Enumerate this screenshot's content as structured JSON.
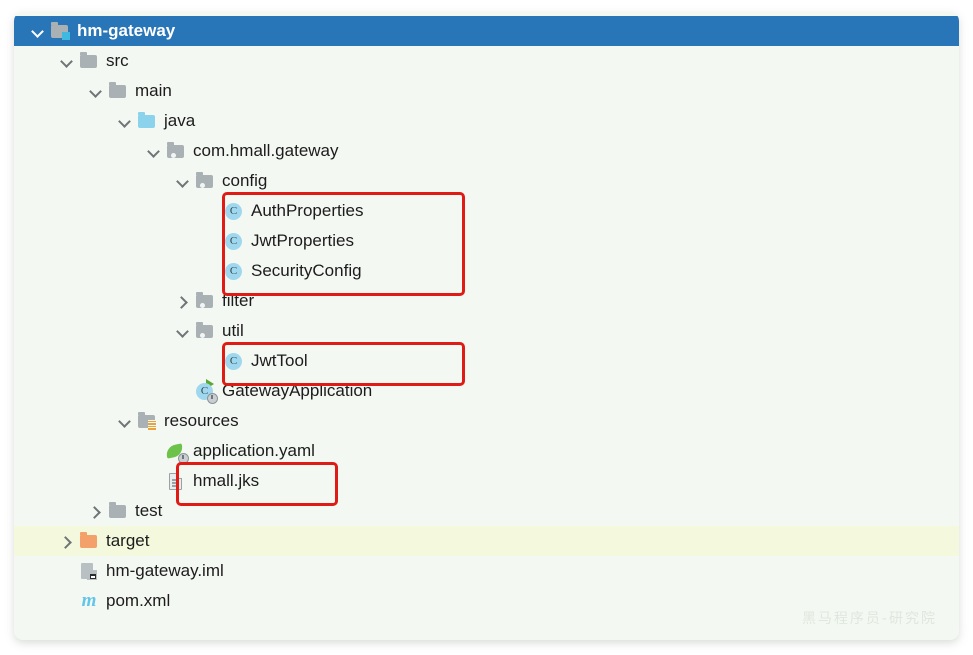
{
  "window": {
    "title": "hm-gateway",
    "watermark": "黑马程序员-研究院"
  },
  "colors": {
    "selection_blue": "#2875b8",
    "panel_background": "#f4f8f3",
    "row_tint": "#f4f8dd",
    "highlight_red": "#e01b16",
    "class_icon": "#9fd8ee",
    "sources_folder": "#8bd3ec",
    "excluded_folder": "#f3a06a",
    "folder_gray": "#a9b1b5",
    "maven_blue": "#63c5e8",
    "spring_green": "#6cc24a"
  },
  "tree": {
    "name": "project-tree",
    "rows": [
      {
        "label": "hm-gateway",
        "indent": 0,
        "toggle": "expanded",
        "icon": "module-folder-icon",
        "state": "selected"
      },
      {
        "label": "src",
        "indent": 1,
        "toggle": "expanded",
        "icon": "folder-icon",
        "state": "normal"
      },
      {
        "label": "main",
        "indent": 2,
        "toggle": "expanded",
        "icon": "folder-icon",
        "state": "normal"
      },
      {
        "label": "java",
        "indent": 3,
        "toggle": "expanded",
        "icon": "sources-folder-icon",
        "state": "normal"
      },
      {
        "label": "com.hmall.gateway",
        "indent": 4,
        "toggle": "expanded",
        "icon": "package-icon",
        "state": "normal"
      },
      {
        "label": "config",
        "indent": 5,
        "toggle": "expanded",
        "icon": "package-icon",
        "state": "normal"
      },
      {
        "label": "AuthProperties",
        "indent": 6,
        "toggle": "none",
        "icon": "java-class-icon",
        "state": "normal"
      },
      {
        "label": "JwtProperties",
        "indent": 6,
        "toggle": "none",
        "icon": "java-class-icon",
        "state": "normal"
      },
      {
        "label": "SecurityConfig",
        "indent": 6,
        "toggle": "none",
        "icon": "java-class-icon",
        "state": "normal"
      },
      {
        "label": "filter",
        "indent": 5,
        "toggle": "collapsed",
        "icon": "package-icon",
        "state": "normal"
      },
      {
        "label": "util",
        "indent": 5,
        "toggle": "expanded",
        "icon": "package-icon",
        "state": "normal"
      },
      {
        "label": "JwtTool",
        "indent": 6,
        "toggle": "none",
        "icon": "java-class-icon",
        "state": "normal"
      },
      {
        "label": "GatewayApplication",
        "indent": 5,
        "toggle": "none",
        "icon": "spring-boot-class-icon",
        "state": "normal"
      },
      {
        "label": "resources",
        "indent": 3,
        "toggle": "expanded",
        "icon": "resources-folder-icon",
        "state": "normal"
      },
      {
        "label": "application.yaml",
        "indent": 4,
        "toggle": "none",
        "icon": "spring-yaml-icon",
        "state": "normal"
      },
      {
        "label": "hmall.jks",
        "indent": 4,
        "toggle": "none",
        "icon": "file-icon",
        "state": "normal"
      },
      {
        "label": "test",
        "indent": 2,
        "toggle": "collapsed",
        "icon": "folder-icon",
        "state": "normal"
      },
      {
        "label": "target",
        "indent": 1,
        "toggle": "collapsed",
        "icon": "excluded-folder-icon",
        "state": "tinted"
      },
      {
        "label": "hm-gateway.iml",
        "indent": 1,
        "toggle": "none",
        "icon": "module-file-icon",
        "state": "normal"
      },
      {
        "label": "pom.xml",
        "indent": 1,
        "toggle": "none",
        "icon": "maven-icon",
        "state": "normal"
      }
    ]
  },
  "annotations": [
    {
      "name": "config-classes-highlight",
      "target": "AuthProperties / JwtProperties / SecurityConfig"
    },
    {
      "name": "jwttool-highlight",
      "target": "JwtTool"
    },
    {
      "name": "hmall-jks-highlight",
      "target": "hmall.jks"
    }
  ]
}
